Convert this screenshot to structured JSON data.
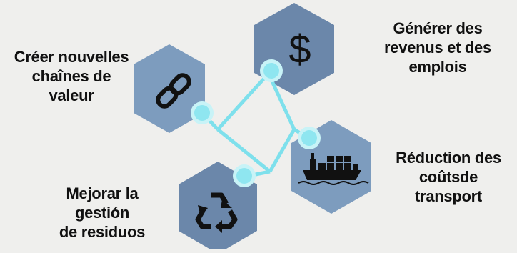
{
  "nodes": [
    {
      "id": "value-chains",
      "icon": "chain-link-icon",
      "lines": [
        "Créer nouvelles",
        "chaînes de",
        "valeur"
      ]
    },
    {
      "id": "revenue",
      "icon": "dollar-icon",
      "lines": [
        "Générer des",
        "revenus et des",
        "emplois"
      ]
    },
    {
      "id": "transport",
      "icon": "cargo-ship-icon",
      "lines": [
        "Réduction des",
        "coûtsde",
        "transport"
      ]
    },
    {
      "id": "waste",
      "icon": "recycle-icon",
      "lines": [
        "Mejorar la",
        "gestión",
        "de residuos"
      ]
    }
  ],
  "colors": {
    "background": "#efefed",
    "hex_light": "#7d9cbe",
    "hex_dark": "#6b87aa",
    "connector": "#7ee0ec",
    "dot_fill": "#8fe6f0",
    "dot_ring": "#c8f3f7",
    "icon": "#111111",
    "text": "#111111"
  }
}
